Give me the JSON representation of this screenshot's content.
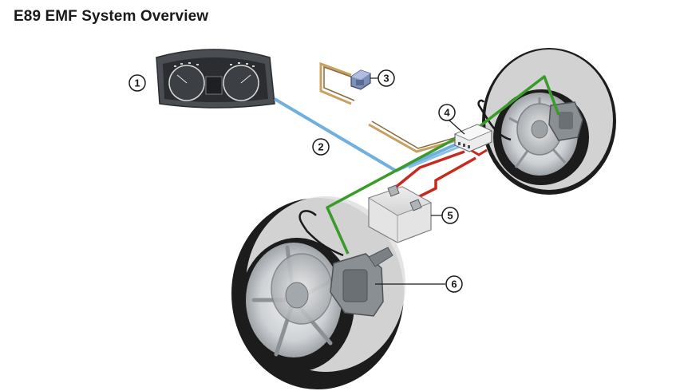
{
  "title": "E89 EMF System Overview",
  "callouts": [
    {
      "label": "1",
      "part": "instrument-cluster"
    },
    {
      "label": "2",
      "part": "can-bus-wiring"
    },
    {
      "label": "3",
      "part": "parking-brake-switch"
    },
    {
      "label": "4",
      "part": "emf-control-unit"
    },
    {
      "label": "5",
      "part": "battery"
    },
    {
      "label": "6",
      "part": "emf-caliper-actuator"
    }
  ],
  "colors": {
    "can_line": "#6fb0e0",
    "signal_line": "#3a9a2a",
    "power_line": "#c8281e",
    "switch_line": "#c8a060",
    "tire": "#1c1c1c",
    "tire_overlay": "#e2e2e2",
    "rim": "#b8bcc0"
  }
}
